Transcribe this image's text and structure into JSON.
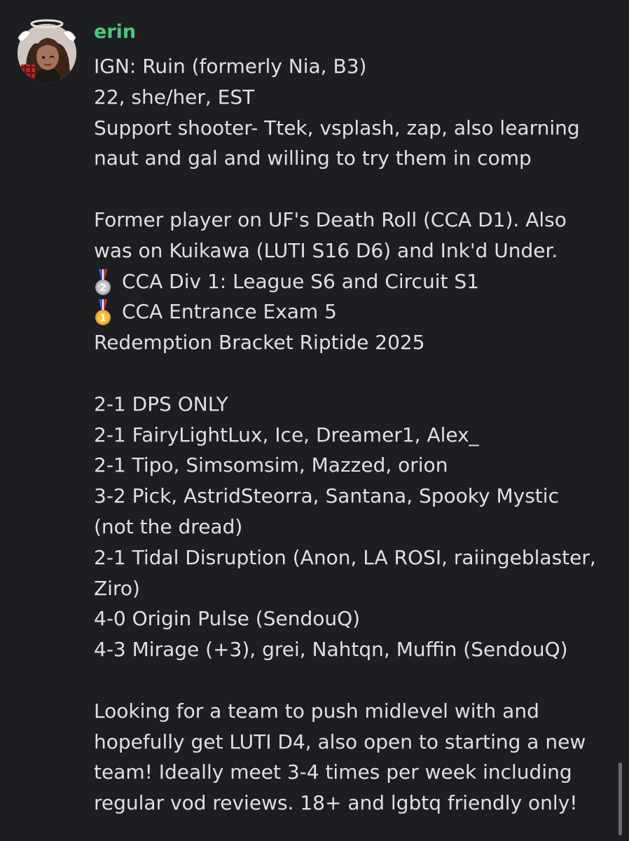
{
  "message": {
    "author": "erin",
    "avatar_icon": "avatar-angel-halo-icon",
    "colors": {
      "background": "#1d1e22",
      "author_name": "#4ec77d",
      "text": "#dfe0e4",
      "scrollbar": "#6b6c73"
    },
    "lines": [
      "IGN: Ruin (formerly Nia, B3)",
      "22, she/her, EST",
      "Support shooter- Ttek, vsplash, zap, also learning",
      "naut and gal and willing to try them in comp",
      "",
      "Former player on UF's Death Roll (CCA D1). Also",
      "was on Kuikawa (LUTI S16 D6) and Ink'd Under.",
      "CCA Div 1: League S6 and Circuit S1",
      "CCA Entrance Exam 5",
      "Redemption Bracket Riptide 2025",
      "",
      "2-1 DPS ONLY",
      "2-1 FairyLightLux, Ice, Dreamer1, Alex_",
      "2-1 Tipo, Simsomsim, Mazzed, orion",
      "3-2 Pick, AstridSteorra, Santana, Spooky Mystic",
      "(not the dread)",
      "2-1 Tidal Disruption (Anon, LA ROSI, raiingeblaster,",
      "Ziro)",
      "4-0 Origin Pulse (SendouQ)",
      "4-3 Mirage (+3), grei, Nahtqn, Muffin (SendouQ)",
      "",
      "Looking for a team to push midlevel with and",
      "hopefully get LUTI D4, also open to starting a new",
      "team! Ideally meet 3-4 times per week including",
      "regular vod reviews. 18+ and lgbtq friendly only!"
    ],
    "medals": {
      "second": {
        "icon": "second-place-medal-icon",
        "number": "2"
      },
      "first": {
        "icon": "first-place-medal-icon",
        "number": "1"
      }
    }
  }
}
